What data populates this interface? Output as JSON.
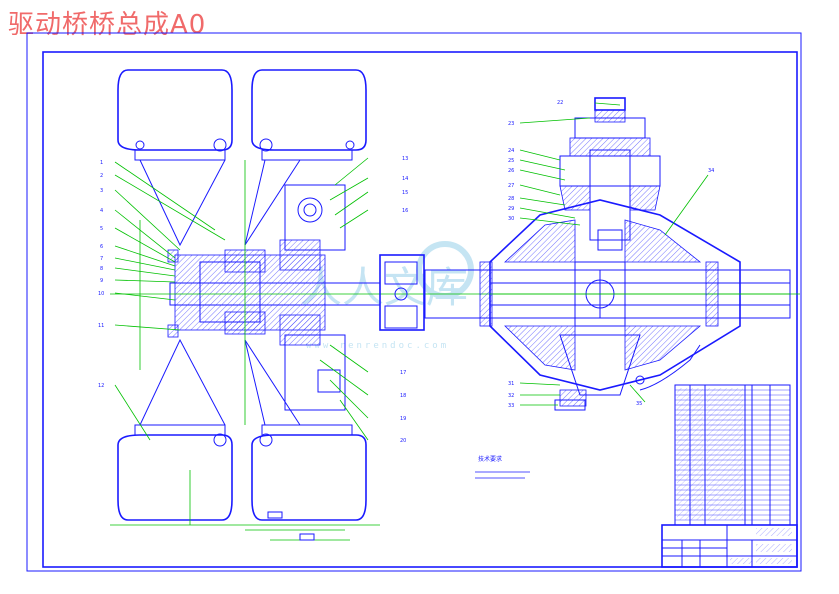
{
  "title": "驱动桥桥总成A0",
  "watermark": {
    "text": "人人文库",
    "url": "www.renrendoc.com"
  },
  "tech_requirements": {
    "heading": "技术要求"
  },
  "colors": {
    "title": "#f06a6a",
    "drawing_lines": "#1a1aff",
    "center_lines": "#00c000",
    "watermark": "#bfe2f2"
  }
}
